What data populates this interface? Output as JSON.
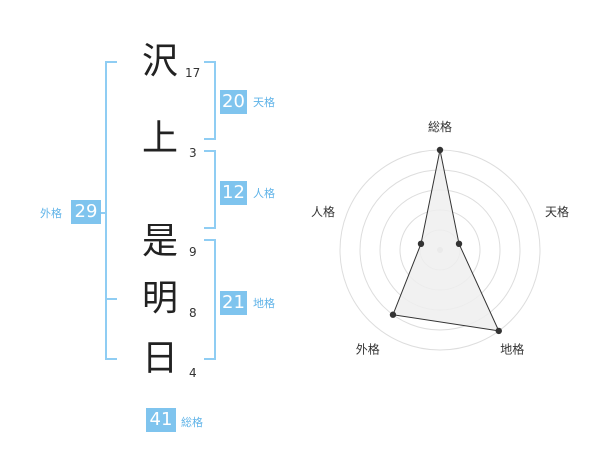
{
  "kanji": [
    {
      "char": "沢",
      "strokes": "17"
    },
    {
      "char": "上",
      "strokes": "3"
    },
    {
      "char": "是",
      "strokes": "9"
    },
    {
      "char": "明",
      "strokes": "8"
    },
    {
      "char": "日",
      "strokes": "4"
    }
  ],
  "fortunes": {
    "tenkaku": {
      "value": "20",
      "label": "天格"
    },
    "jinkaku": {
      "value": "12",
      "label": "人格"
    },
    "chikaku": {
      "value": "21",
      "label": "地格"
    },
    "gaikaku": {
      "value": "29",
      "label": "外格"
    },
    "soukaku": {
      "value": "41",
      "label": "総格"
    }
  },
  "chart_data": {
    "type": "radar",
    "axes": [
      "総格",
      "天格",
      "地格",
      "外格",
      "人格"
    ],
    "values": [
      5,
      1,
      5,
      4,
      1
    ],
    "max": 5,
    "rings": 5,
    "colors": {
      "fill": "#eeeeee",
      "line": "#333333",
      "grid": "#dddddd"
    }
  }
}
